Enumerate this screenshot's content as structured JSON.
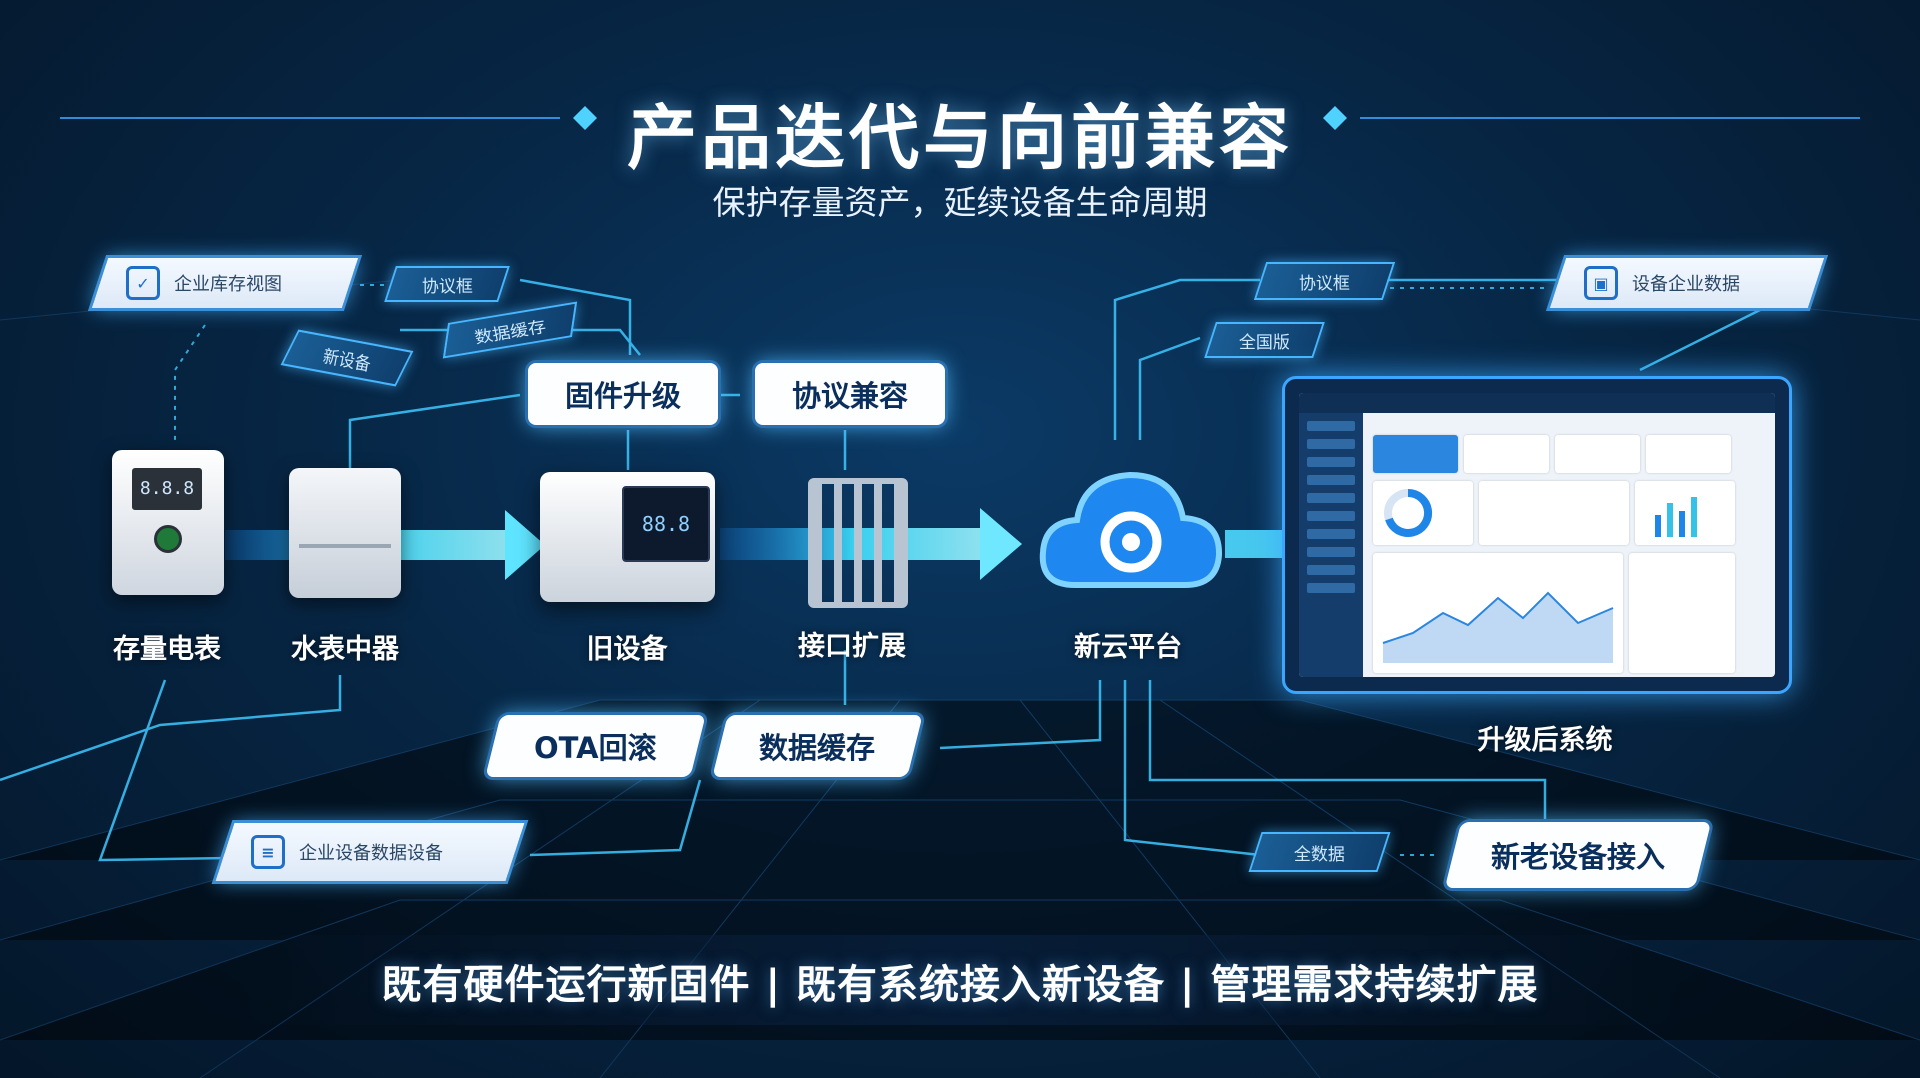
{
  "title": "产品迭代与向前兼容",
  "subtitle": "保护存量资产，延续设备生命周期",
  "steps": {
    "firmware_upgrade": "固件升级",
    "protocol_compat": "协议兼容",
    "ota_rollback": "OTA回滚",
    "data_cache": "数据缓存",
    "new_old_access": "新老设备接入"
  },
  "devices": {
    "meter": "存量电表",
    "water": "水表中器",
    "old_device": "旧设备",
    "interface": "接口扩展",
    "cloud": "新云平台",
    "system": "升级后系统"
  },
  "cards": {
    "top_left": "企业库存视图",
    "top_right": "设备企业数据",
    "bottom_left": "企业设备数据设备"
  },
  "tags": {
    "protocol_left": "协议框",
    "tag_a": "数据缓存",
    "tag_b": "新设备",
    "protocol_right": "协议框",
    "tag_c": "全国版",
    "tag_d": "全数据"
  },
  "device_screens": {
    "meter_screen": "8.8.8",
    "old_screen": "88.8"
  },
  "bottom_slogan": "既有硬件运行新固件 | 既有系统接入新设备 | 管理需求持续扩展",
  "colors": {
    "accent": "#3ec8ff",
    "panel": "#fdfeff",
    "text_dark": "#0b2f5c"
  },
  "icons": [
    "shield-icon",
    "cloud-icon",
    "chart-icon"
  ]
}
